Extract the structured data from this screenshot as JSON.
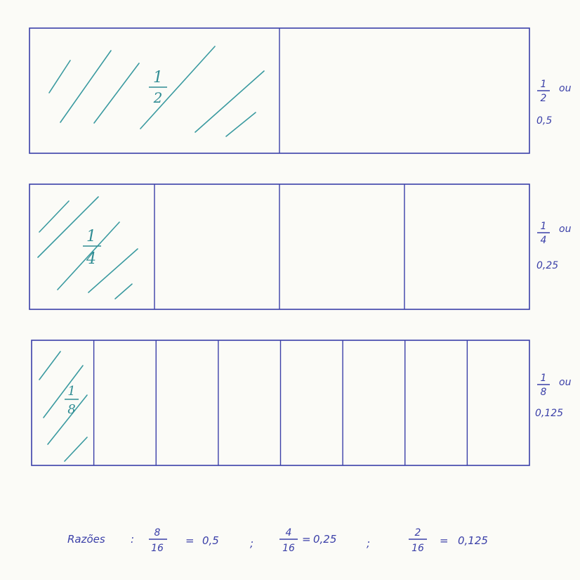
{
  "bars": [
    {
      "parts": 2,
      "shaded": 1,
      "label": {
        "num": "1",
        "den": "2"
      },
      "side": {
        "num": "1",
        "den": "2",
        "word": "ou",
        "decimal": "0,5"
      }
    },
    {
      "parts": 4,
      "shaded": 1,
      "label": {
        "num": "1",
        "den": "4"
      },
      "side": {
        "num": "1",
        "den": "4",
        "word": "ou",
        "decimal": "0,25"
      }
    },
    {
      "parts": 8,
      "shaded": 1,
      "label": {
        "num": "1",
        "den": "8"
      },
      "side": {
        "num": "1",
        "den": "8",
        "word": "ou",
        "decimal": "0,125"
      }
    }
  ],
  "ratios": {
    "label": "Razões",
    "colon": ":",
    "sep": ";",
    "items": [
      {
        "num": "8",
        "den": "16",
        "eq": "=",
        "value": "0,5"
      },
      {
        "num": "4",
        "den": "16",
        "eq": "=",
        "value": "0,25"
      },
      {
        "num": "2",
        "den": "16",
        "eq": "=",
        "value": "0,125"
      }
    ]
  },
  "colors": {
    "outline": "#3a3fa8",
    "hatch": "#3a9aa0",
    "shade_label": "#2f8c93",
    "background": "#fbfbf7"
  }
}
